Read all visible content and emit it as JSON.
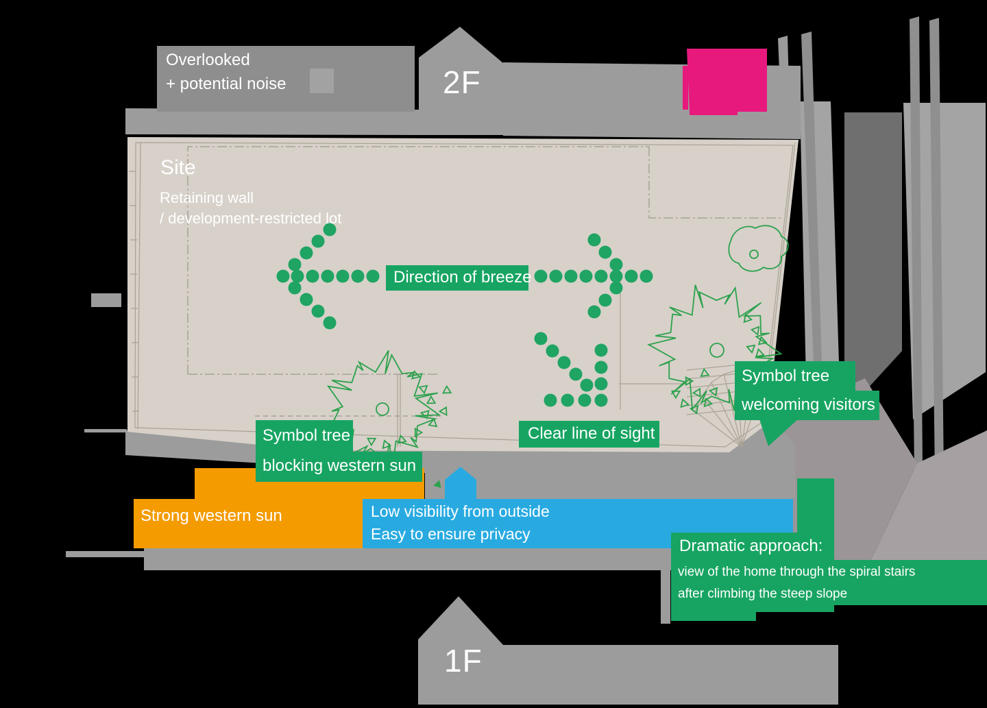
{
  "colors": {
    "background": "#000000",
    "accent_green": "#17A462",
    "tree_green": "#2BA14C",
    "dot_green": "#1FA463",
    "accent_orange": "#F49B00",
    "accent_blue": "#28AAE1",
    "accent_pink": "#E8197D",
    "gray_band": "#9C9C9C",
    "gray_dark_box": "#8E8E8E",
    "gray_inner_square": "#A2A2A2",
    "gray_column": "#6F6F6F",
    "gray_light_band": "#A4A4A4",
    "warm_gray_dark": "#9B9597",
    "warm_gray_light": "#A7A0A2",
    "site_beige": "#D7D1C9",
    "text_white": "#FFFFFF"
  },
  "floor_markers": {
    "upper": "2F",
    "lower": "1F"
  },
  "labels": {
    "overlooked": {
      "line1": "Overlooked",
      "line2": "+ potential noise"
    },
    "site": {
      "title": "Site",
      "subtitle1": "Retaining wall",
      "subtitle2": "/ development-restricted lot"
    },
    "breeze": {
      "text": "Direction of breeze"
    },
    "clear_sight": {
      "text": "Clear line of sight"
    },
    "symbol_tree_west": {
      "line1": "Symbol tree",
      "line2": "blocking western sun"
    },
    "symbol_tree_entry": {
      "line1": "Symbol tree",
      "line2": "welcoming visitors"
    },
    "western_sun": {
      "text": "Strong western sun"
    },
    "privacy": {
      "line1": "Low visibility from outside",
      "line2": "Easy to ensure privacy"
    },
    "approach": {
      "title": "Dramatic approach:",
      "line1": "view of the home through the spiral stairs",
      "line2": "after climbing the steep slope"
    }
  }
}
